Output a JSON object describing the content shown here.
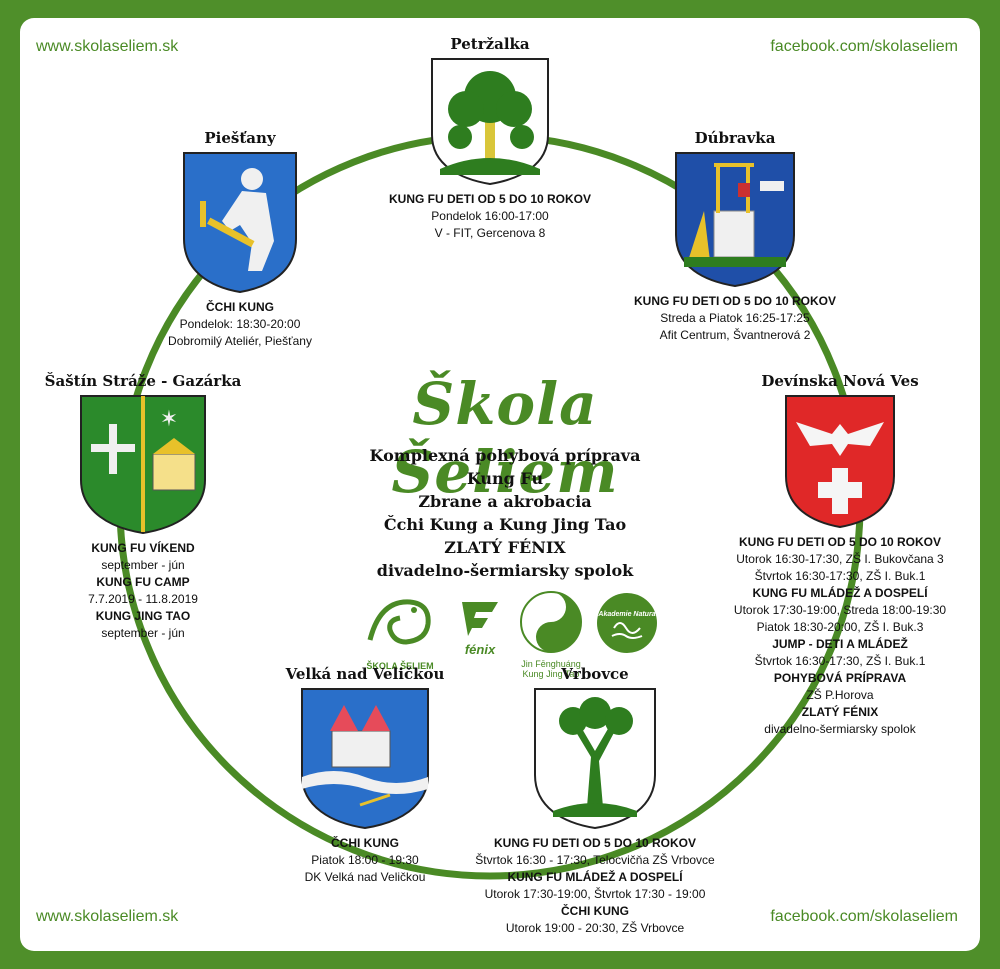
{
  "corners": {
    "top_left": "www.skolaseliem.sk",
    "top_right": "facebook.com/skolaseliem",
    "bottom_left": "www.skolaseliem.sk",
    "bottom_right": "facebook.com/skolaseliem"
  },
  "brand": {
    "title": "Škola Šeliem",
    "lines": [
      "Komplexná pohybová príprava",
      "Kung Fu",
      "Zbrane a akrobacia",
      "Čchi Kung a Kung Jing Tao",
      "ZLATÝ FÉNIX",
      "divadelno-šermiarsky spolok"
    ]
  },
  "logos": {
    "skola": "ŠKOLA ŠELIEM",
    "fenix": "fénix",
    "jin": "Jin Fēnghuáng",
    "jin2": "Kung Jing Tao",
    "akademie": "Akademie Natura"
  },
  "colors": {
    "green": "#4a8a25",
    "frame": "#4f8f2a"
  },
  "cities": {
    "petrzalka": {
      "name": "Petržalka",
      "lines": [
        "KUNG FU DETI OD 5 DO 10 ROKOV",
        "Pondelok 16:00-17:00",
        "V - FIT, Gercenova 8"
      ]
    },
    "dubravka": {
      "name": "Dúbravka",
      "lines": [
        "KUNG FU DETI OD 5 DO 10 ROKOV",
        "Streda a Piatok 16:25-17:25",
        "Afit Centrum, Švantnerová 2"
      ]
    },
    "piestany": {
      "name": "Piešťany",
      "lines": [
        "ČCHI KUNG",
        "Pondelok: 18:30-20:00",
        "Dobromilý Ateliér, Piešťany"
      ]
    },
    "sastin": {
      "name": "Šaštín Stráže - Gazárka",
      "lines": [
        "KUNG FU VÍKEND",
        "september - jún",
        "KUNG FU CAMP",
        "7.7.2019 - 11.8.2019",
        "KUNG JING TAO",
        "september - jún"
      ]
    },
    "devinska": {
      "name": "Devínska Nová Ves",
      "lines": [
        "KUNG FU DETI OD 5 DO 10 ROKOV",
        "Utorok 16:30-17:30, ZŠ I. Bukovčana 3",
        "Štvrtok 16:30-17:30, ZŠ I. Buk.1",
        "KUNG FU MLÁDEŽ A DOSPELÍ",
        "Utorok 17:30-19:00, Streda 18:00-19:30",
        "Piatok 18:30-20:00, ZŠ I. Buk.3",
        "JUMP - DETI A MLÁDEŽ",
        "Štvrtok 16:30-17:30, ZŠ I. Buk.1",
        "POHYBOVÁ PRÍPRAVA",
        "ZŠ P.Horova",
        "ZLATÝ FÉNIX",
        "divadelno-šermiarsky spolok"
      ]
    },
    "velka": {
      "name": "Velká nad Veličkou",
      "lines": [
        "ČCHI KUNG",
        "Piatok 18:00 - 19:30",
        "DK Velká nad Veličkou"
      ]
    },
    "vrbovce": {
      "name": "Vrbovce",
      "lines": [
        "KUNG FU DETI OD 5 DO 10 ROKOV",
        "Štvrtok 16:30 - 17:30, Telocvičňa ZŠ Vrbovce",
        "KUNG FU MLÁDEŽ A DOSPELÍ",
        "Utorok 17:30-19:00, Štvrtok 17:30 - 19:00",
        "ČCHI KUNG",
        "Utorok 19:00 - 20:30, ZŠ Vrbovce"
      ]
    }
  }
}
